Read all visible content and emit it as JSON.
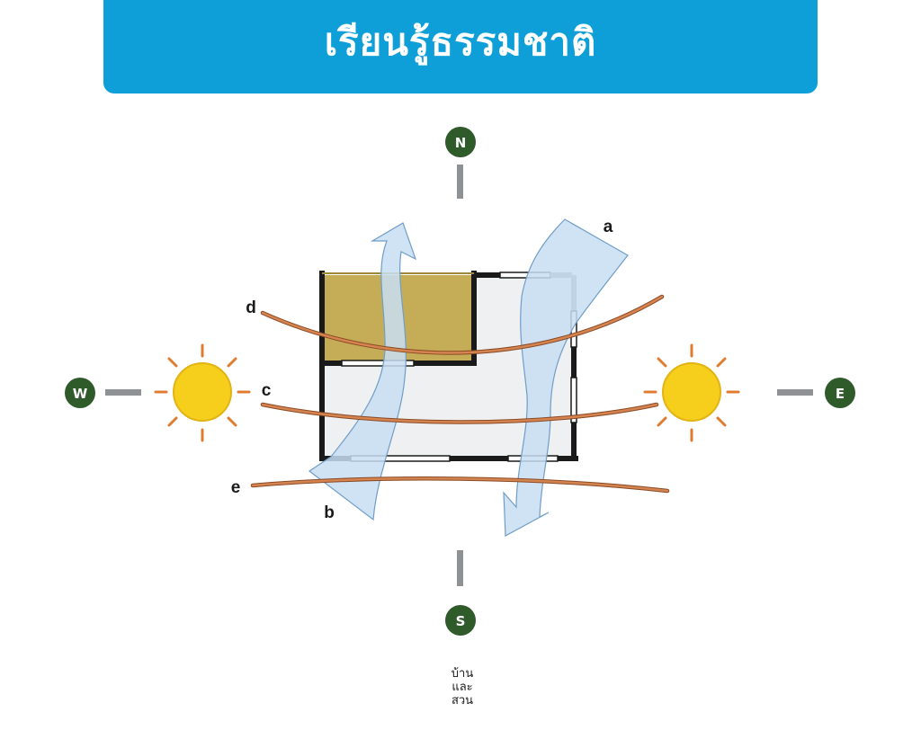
{
  "header": {
    "title": "เรียนรู้ธรรมชาติ"
  },
  "compass": {
    "north": "N",
    "south": "S",
    "west": "W",
    "east": "E"
  },
  "labels": {
    "a": "a",
    "b": "b",
    "c": "c",
    "d": "d",
    "e": "e"
  },
  "logo": {
    "line1": "บ้าน",
    "line2": "และ",
    "line3": "สวน"
  },
  "colors": {
    "banner": "#0e9fd8",
    "compass_circle": "#2f5a2a",
    "sun": "#f6cf1c",
    "sun_ray": "#e07c2f",
    "sun_path": "#cf7a45",
    "wind": "#c8def2",
    "shaded_room": "#c5ad57",
    "building_floor": "#eef0f2"
  }
}
